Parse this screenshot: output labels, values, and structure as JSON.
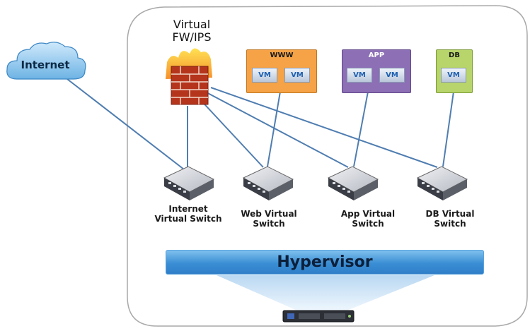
{
  "cloud": {
    "label": "Internet"
  },
  "firewall": {
    "line1": "Virtual",
    "line2": "FW/IPS"
  },
  "vm_groups": [
    {
      "title": "WWW",
      "vms": [
        "VM",
        "VM"
      ],
      "color": "#f5a346"
    },
    {
      "title": "APP",
      "vms": [
        "VM",
        "VM"
      ],
      "color": "#8c6fb5"
    },
    {
      "title": "DB",
      "vms": [
        "VM"
      ],
      "color": "#b7d56a"
    }
  ],
  "switches": [
    {
      "line1": "Internet",
      "line2": "Virtual Switch"
    },
    {
      "line1": "Web Virtual",
      "line2": "Switch"
    },
    {
      "line1": "App Virtual",
      "line2": "Switch"
    },
    {
      "line1": "DB Virtual",
      "line2": "Switch"
    }
  ],
  "hypervisor": {
    "label": "Hypervisor"
  },
  "colors": {
    "link": "#4f7db0",
    "container_border": "#a9a9a9",
    "hypervisor": "#3a8ed4",
    "beam": "#cfe3f6"
  }
}
